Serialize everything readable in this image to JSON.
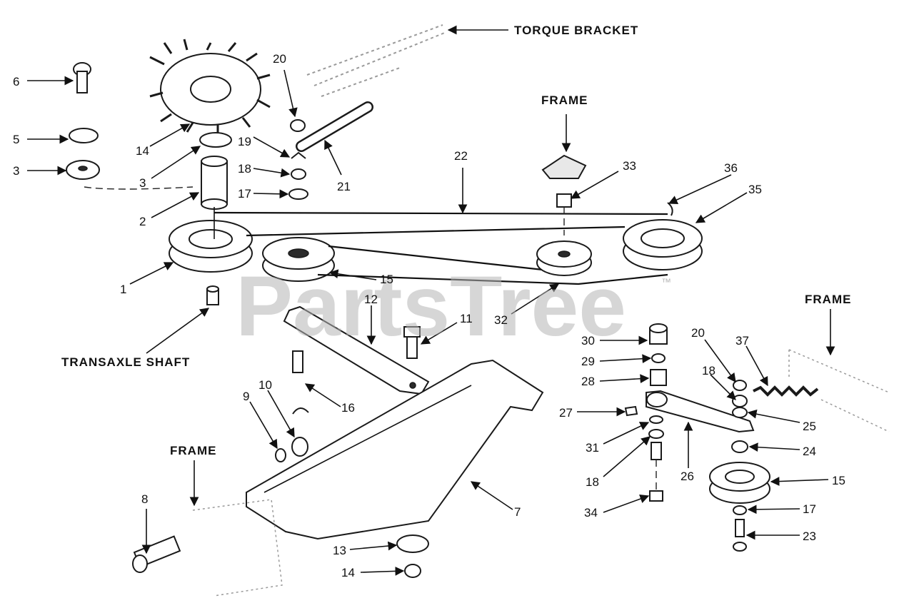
{
  "watermark": {
    "text": "PartsTree",
    "tm": "™"
  },
  "labels": {
    "torque_bracket": "TORQUE BRACKET",
    "frame_top": "FRAME",
    "frame_right": "FRAME",
    "frame_bottom_left": "FRAME",
    "transaxle_shaft": "TRANSAXLE SHAFT"
  },
  "callouts": {
    "c1": "1",
    "c2": "2",
    "c3a": "3",
    "c3b": "3",
    "c5": "5",
    "c6": "6",
    "c7": "7",
    "c8": "8",
    "c9": "9",
    "c10": "10",
    "c11": "11",
    "c12": "12",
    "c13": "13",
    "c14a": "14",
    "c14b": "14",
    "c15a": "15",
    "c15b": "15",
    "c16": "16",
    "c17a": "17",
    "c17b": "17",
    "c18a": "18",
    "c18b": "18",
    "c18c": "18",
    "c19": "19",
    "c20a": "20",
    "c20b": "20",
    "c21": "21",
    "c22": "22",
    "c23": "23",
    "c24": "24",
    "c25": "25",
    "c26": "26",
    "c27": "27",
    "c28": "28",
    "c29": "29",
    "c30": "30",
    "c31": "31",
    "c32": "32",
    "c33": "33",
    "c34": "34",
    "c35": "35",
    "c36": "36",
    "c37": "37"
  }
}
